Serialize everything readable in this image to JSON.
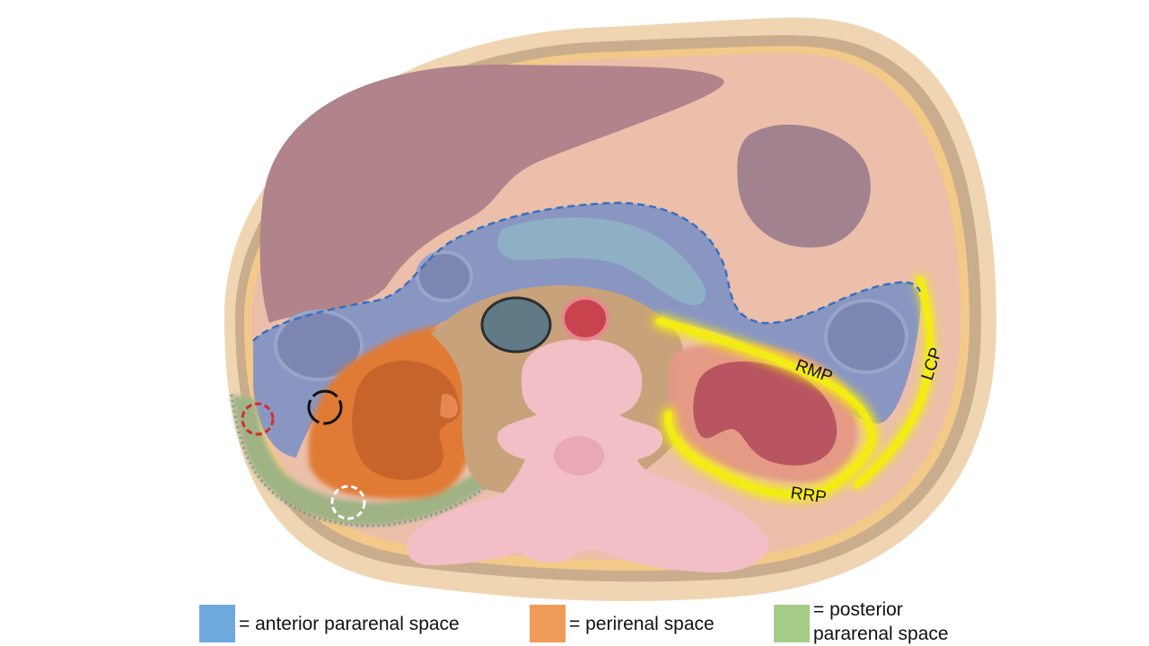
{
  "labels": {
    "rmp": "RMP",
    "lcp": "LCP",
    "rrp": "RRP"
  },
  "legend": {
    "anterior": {
      "text": "= anterior pararenal space",
      "color": "#6fa8dc"
    },
    "perirenal": {
      "text": "= perirenal space",
      "color": "#f09b58"
    },
    "posterior": {
      "line1": "= posterior",
      "line2": "pararenal space",
      "color": "#a5cd87"
    }
  },
  "colors": {
    "body_outer": "#efd5b2",
    "muscle_ring": "#c9ad8c",
    "fat_ring": "#f3c98a",
    "peritoneal_cavity": "#ebbfaa",
    "liver": "#b0848a",
    "spleen": "#a38290",
    "anterior_pararenal": "#8a96c2",
    "pancreas": "#8fb0c4",
    "perirenal": "#e07a35",
    "kidney": "#c7642b",
    "posterior_pararenal": "#9fb384",
    "vertebra": "#f2bfc7",
    "ivc": "#607a86",
    "aorta": "#c8434e",
    "fascia_highlight": "#f5ee10",
    "dashed_line": "#3a6fc0"
  }
}
